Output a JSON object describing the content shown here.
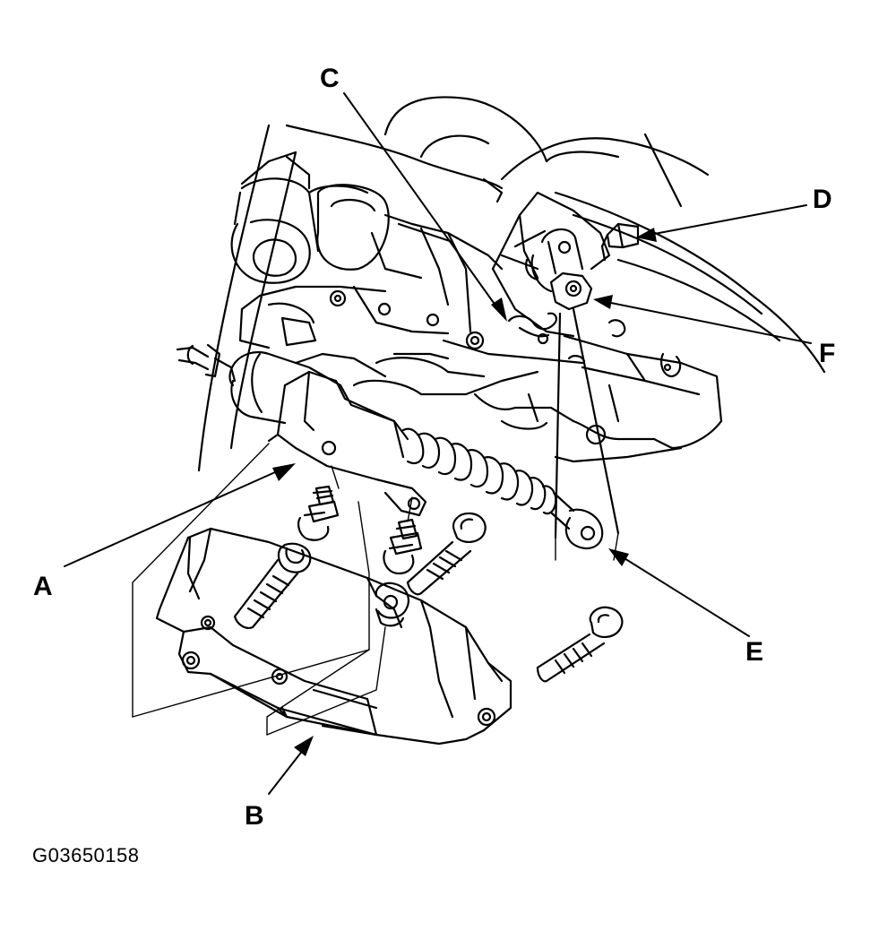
{
  "figure": {
    "id": "G03650158",
    "callouts": {
      "A": "A",
      "B": "B",
      "C": "C",
      "D": "D",
      "E": "E",
      "F": "F"
    }
  },
  "colors": {
    "ink": "#000000",
    "paper": "#ffffff"
  }
}
